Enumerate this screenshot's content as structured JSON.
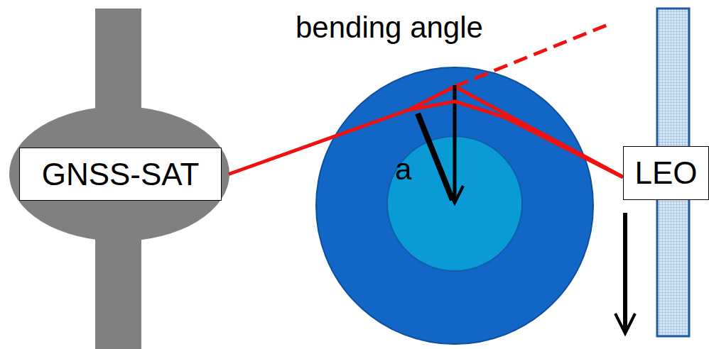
{
  "diagram": {
    "nodes": [
      {
        "text": [
          "GNSS-SAT"
        ]
      },
      {
        "text": [
          "LEO"
        ]
      }
    ],
    "edges": [
      {
        "from": 0,
        "to": 1,
        "arrow": "none"
      }
    ],
    "labels": [
      "bending angle",
      "a"
    ]
  }
}
